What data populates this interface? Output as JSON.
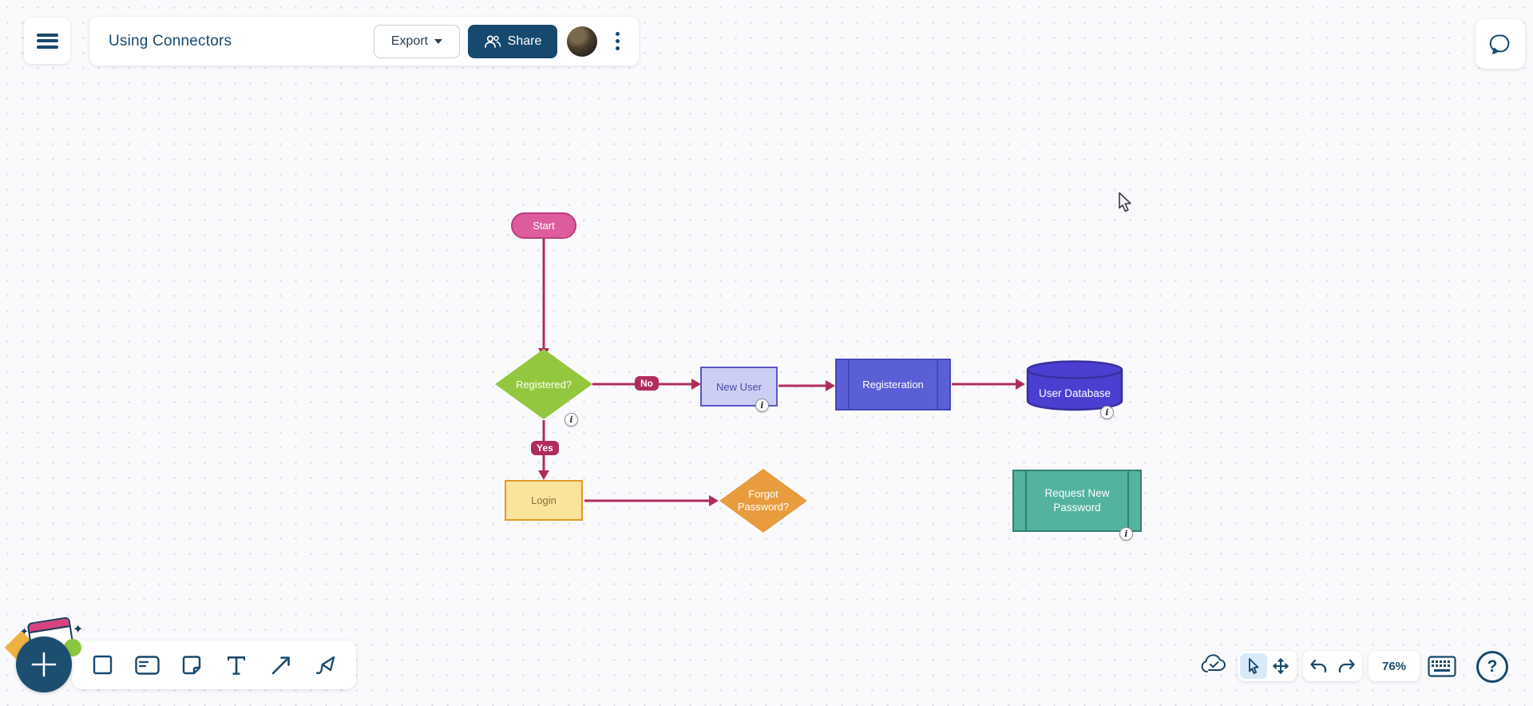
{
  "header": {
    "title": "Using Connectors",
    "export_button": "Export",
    "share_button": "Share"
  },
  "status_bar": {
    "zoom_level": "76%"
  },
  "diagram": {
    "nodes": {
      "start": {
        "label": "Start",
        "type": "terminator",
        "fill": "#dc5c9e"
      },
      "registered": {
        "label": "Registered?",
        "type": "decision",
        "fill": "#93c83e"
      },
      "new_user": {
        "label": "New User",
        "type": "process",
        "fill": "#cccff4"
      },
      "registeration": {
        "label": "Registeration",
        "type": "predefined-process",
        "fill": "#5a5fd6"
      },
      "user_database": {
        "label": "User Database",
        "type": "database",
        "fill": "#4a3fd0"
      },
      "login": {
        "label": "Login",
        "type": "process",
        "fill": "#fae49b"
      },
      "forgot_password": {
        "label": "Forgot Password?",
        "type": "decision",
        "fill": "#e89c3e"
      },
      "request_new_password": {
        "label": "Request New Password",
        "type": "predefined-process",
        "fill": "#53b2a0"
      }
    },
    "connector_labels": {
      "no": "No",
      "yes": "Yes"
    },
    "connector_color": "#b12c5e"
  },
  "icons": {
    "info_glyph": "i",
    "help_glyph": "?"
  }
}
